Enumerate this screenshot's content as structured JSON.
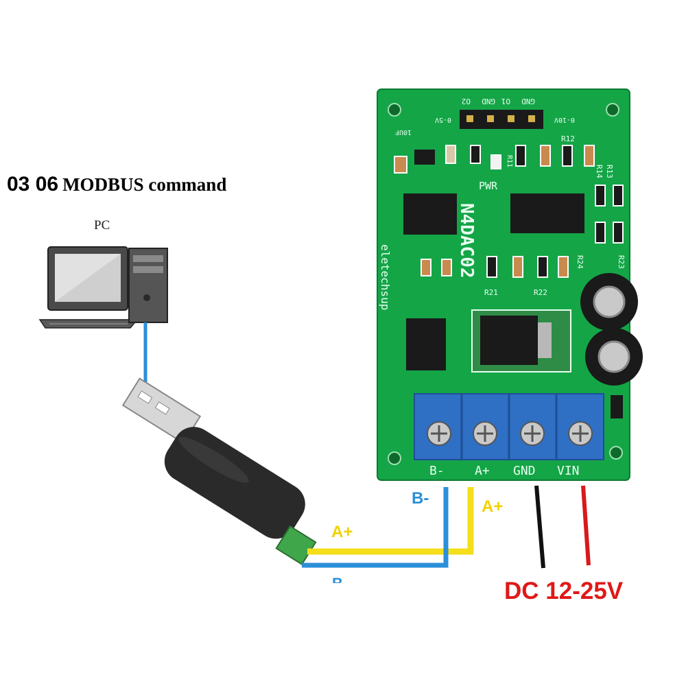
{
  "title": {
    "prefix": "03 06",
    "rest": "MODBUS command"
  },
  "pc": {
    "label": "PC"
  },
  "board": {
    "model": "N4DAC02",
    "brand": "eletechsup",
    "pwr_label": "PWR",
    "header_labels": [
      "GND",
      "O1",
      "GND",
      "O2"
    ],
    "range_left": "0-5V",
    "range_right": "0-10V",
    "cap_label": "10UF",
    "resistor_labels": [
      "R12",
      "R13",
      "R14",
      "R21",
      "R22",
      "R23",
      "R24",
      "R11"
    ],
    "terminals": [
      "B-",
      "A+",
      "GND",
      "VIN"
    ]
  },
  "wires": {
    "usb_a_label": "A+",
    "usb_b_label": "B",
    "board_b_label": "B-",
    "board_a_label": "A+",
    "power_label": "DC 12-25V"
  },
  "colors": {
    "pcb": "#14a547",
    "wire_a": "#f5de1b",
    "wire_b": "#2b8fd9",
    "wire_power_neg": "#111111",
    "wire_power_pos": "#d81a1a",
    "terminal_block": "#2f6fc4",
    "usb_body": "#2a2a2a",
    "usb_terminal": "#3fa64a"
  }
}
